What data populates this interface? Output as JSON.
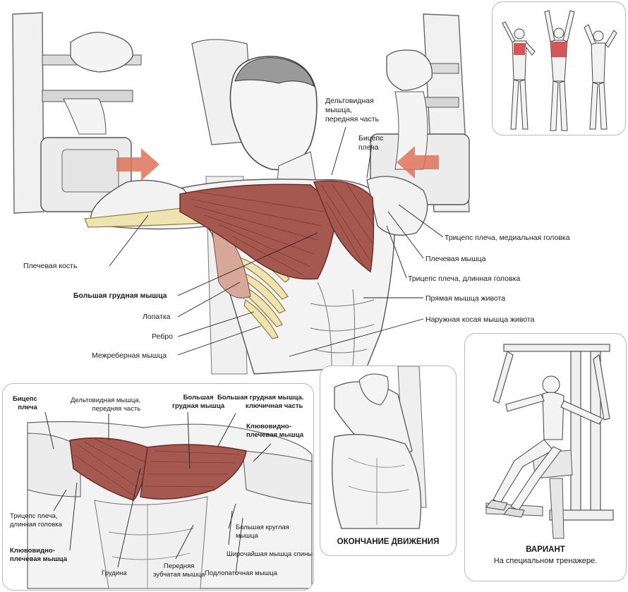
{
  "main_labels": {
    "deltoid_front": [
      "Дельтовидная",
      "мышца,",
      "передняя часть"
    ],
    "biceps": [
      "Бицепс",
      "плеча"
    ],
    "triceps_medial": "Трицепс плеча, медиальная головка",
    "brachialis": "Плечевая мышца",
    "triceps_long": "Трицепс плеча, длинная головка",
    "rectus_abdominis": "Прямая мышца живота",
    "external_oblique": "Наружная косая мышца живота",
    "humerus": "Плечевая кость",
    "pectoralis_major": "Большая грудная мышца",
    "scapula": "Лопатка",
    "rib": "Ребро",
    "intercostal": "Межреберная мышца"
  },
  "detail_labels": {
    "biceps": [
      "Бицепс",
      "плеча"
    ],
    "deltoid_front": [
      "Дельтовидная мышца,",
      "передняя часть"
    ],
    "pec_major": [
      "Большая",
      "грудная мышца"
    ],
    "pec_clavicular": [
      "Большая грудная мышца.",
      "ключичная часть"
    ],
    "coracobrachialis_right": [
      "Клювовидно-",
      "плечевая мышца"
    ],
    "triceps_long": [
      "Трицепс плеча,",
      "длинная головка"
    ],
    "teres_major": [
      "Большая круглая",
      "мышца"
    ],
    "latissimus": "Широчайшая мышца спины",
    "coracobrachialis_left": [
      "Клювовидно-",
      "плечевая мышца"
    ],
    "sternum": "Грудина",
    "serratus": [
      "Передняя",
      "зубчатая мышца"
    ],
    "subscapularis": "Подлопаточная мышца"
  },
  "end_panel": {
    "caption": "ОКОНЧАНИЕ ДВИЖЕНИЯ"
  },
  "variant_panel": {
    "title": "ВАРИАНТ",
    "subtitle": "На специальном тренажере."
  },
  "colors": {
    "muscle": "#a5584f",
    "muscle_dark": "#6e2c28",
    "bone": "#efe3b0",
    "highlight": "#d23a3a",
    "arrow": "#e0735a"
  }
}
